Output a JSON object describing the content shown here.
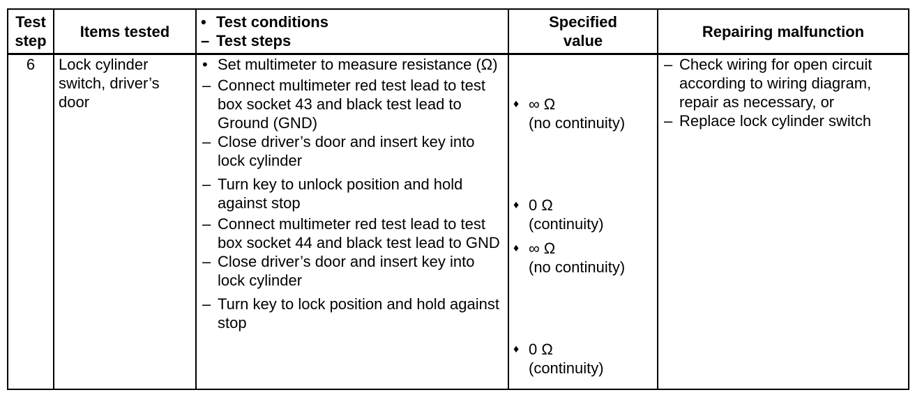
{
  "header": {
    "step": [
      "Test",
      "step"
    ],
    "items": "Items tested",
    "conditions": [
      {
        "mark": "•",
        "text": "Test conditions"
      },
      {
        "mark": "–",
        "text": "Test steps"
      }
    ],
    "specified": [
      "Specified",
      "value"
    ],
    "repairing": "Repairing malfunction"
  },
  "row": {
    "step": "6",
    "items": "Lock cylinder switch, driver’s door",
    "conditions": [
      {
        "mark": "•",
        "text": "Set multimeter to measure resistance (Ω)"
      },
      {
        "mark": "–",
        "text": "Connect multimeter red test lead to test box socket 43 and black test lead to Ground (GND)"
      },
      {
        "mark": "–",
        "text": "Close driver’s door and insert key into lock cylinder"
      },
      {
        "mark": "–",
        "text": "Turn key to unlock position and hold against stop"
      },
      {
        "mark": "–",
        "text": "Connect multimeter red test lead to test box socket 44 and black test lead to GND"
      },
      {
        "mark": "–",
        "text": "Close driver’s door and insert key into lock cylinder"
      },
      {
        "mark": "–",
        "text": "Turn key to lock position and hold against stop"
      }
    ],
    "specified_values": [
      {
        "mark": "♦",
        "value": "∞ Ω",
        "note": "(no continuity)"
      },
      {
        "mark": "♦",
        "value": "0 Ω",
        "note": "(continuity)"
      },
      {
        "mark": "♦",
        "value": "∞ Ω",
        "note": "(no continuity)"
      },
      {
        "mark": "♦",
        "value": "0 Ω",
        "note": "(continuity)"
      }
    ],
    "repairing": [
      {
        "mark": "–",
        "text": "Check wiring for open circuit according to wiring diagram, repair as necessary, or"
      },
      {
        "mark": "–",
        "text": "Replace lock cylinder switch"
      }
    ]
  }
}
